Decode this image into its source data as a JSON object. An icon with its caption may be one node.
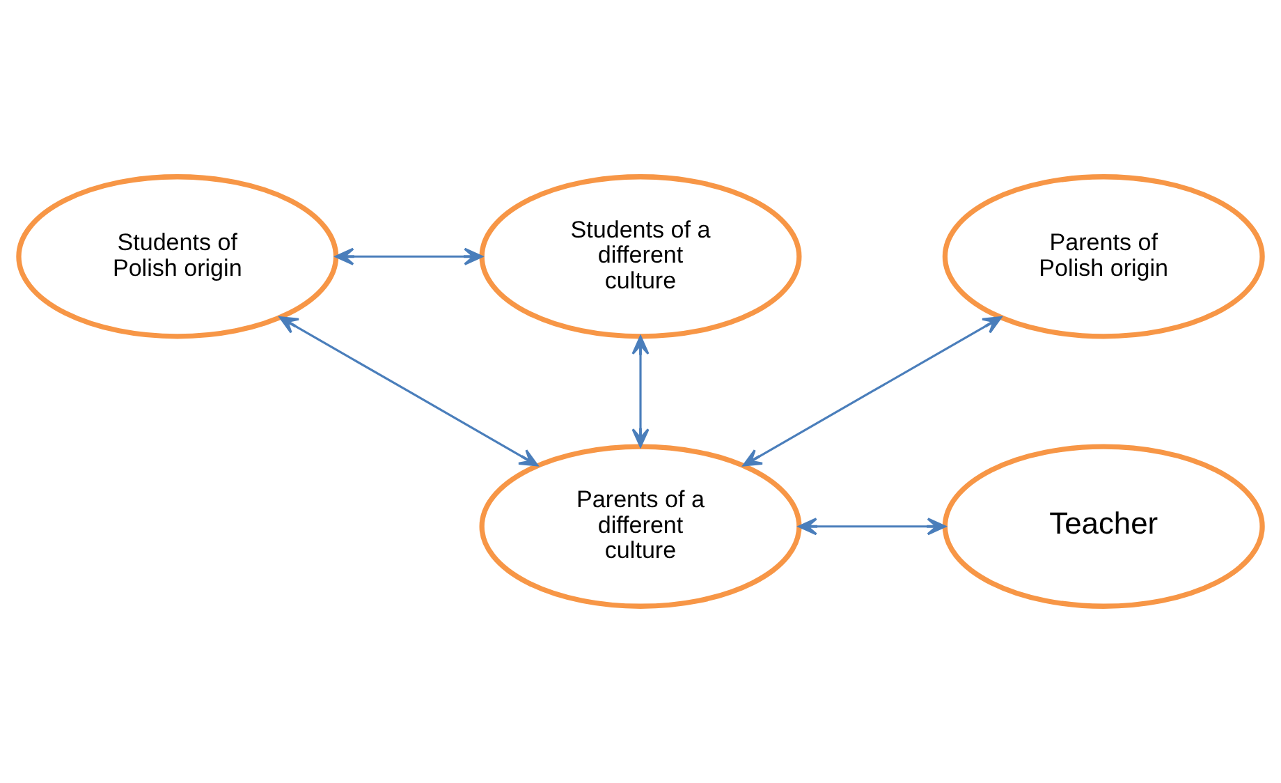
{
  "diagram": {
    "nodes": [
      {
        "text": [
          "Students of Polish origin"
        ]
      },
      {
        "text": [
          "Students of a different culture"
        ]
      },
      {
        "text": [
          "Parents of Polish origin"
        ]
      },
      {
        "text": [
          "Teacher"
        ]
      },
      {
        "text": [
          "Parents of a different culture"
        ]
      }
    ],
    "edges": [
      {
        "from": 0,
        "to": 1,
        "arrow": "both"
      },
      {
        "from": 0,
        "to": 4,
        "arrow": "both"
      },
      {
        "from": 1,
        "to": 4,
        "arrow": "both"
      },
      {
        "from": 2,
        "to": 4,
        "arrow": "both"
      },
      {
        "from": 4,
        "to": 3,
        "arrow": "both"
      }
    ]
  }
}
